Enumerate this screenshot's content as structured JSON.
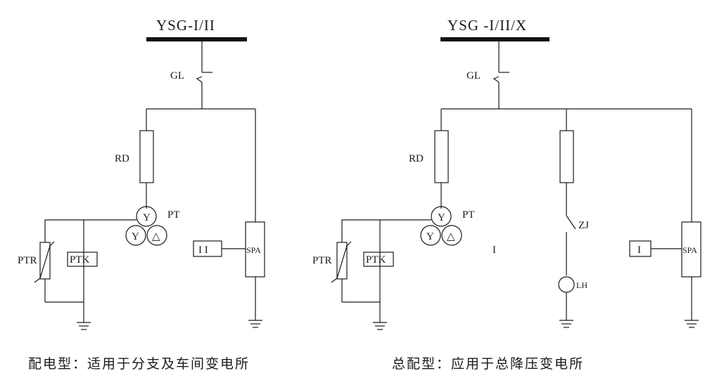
{
  "left": {
    "bus_title": "YSG-I/II",
    "breaker": "GL",
    "fuse": "RD",
    "pt": "PT",
    "pt_windings": [
      "Y",
      "Y",
      "△"
    ],
    "ptr": "PTR",
    "ptk": "PTK",
    "relay_box": "I I",
    "spa": "SPA",
    "caption": "配电型：适用于分支及车间变电所"
  },
  "right": {
    "bus_title": "YSG -I/II/X",
    "breaker": "GL",
    "fuse": "RD",
    "pt": "PT",
    "pt_windings": [
      "Y",
      "Y",
      "△"
    ],
    "ptr": "PTR",
    "ptk": "PTK",
    "marker": "I",
    "zj": "ZJ",
    "lh": "LH",
    "relay_box": "I",
    "spa": "SPA",
    "caption": "总配型：应用于总降压变电所"
  }
}
